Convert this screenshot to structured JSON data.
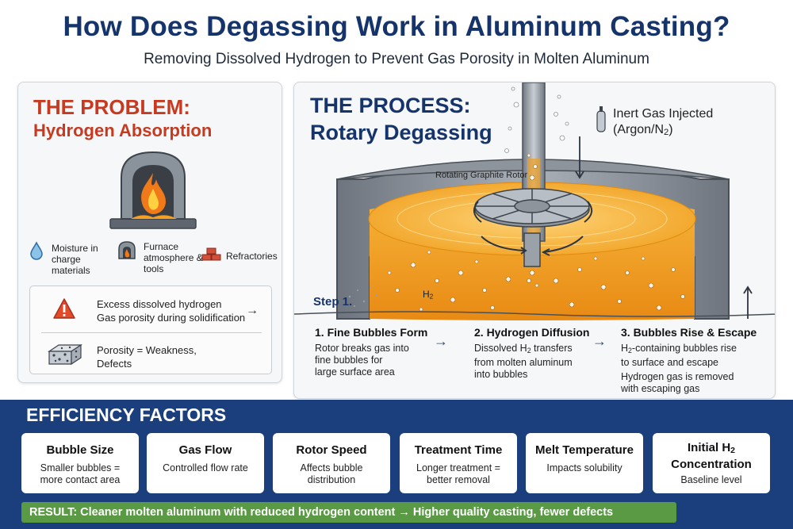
{
  "header": {
    "title": "How Does Degassing Work in Aluminum Casting?",
    "subtitle": "Removing Dissolved Hydrogen to Prevent Gas Porosity in Molten Aluminum"
  },
  "problem": {
    "title_line1": "THE PROBLEM:",
    "title_line2": "Hydrogen Absorption",
    "sources": [
      {
        "label": "Moisture in charge materials",
        "icon": "water-drop-icon"
      },
      {
        "label": "Furnace atmosphere & tools",
        "icon": "furnace-icon"
      },
      {
        "label": "Refractories",
        "icon": "bricks-icon"
      }
    ],
    "warning_line1": "Excess dissolved hydrogen",
    "warning_line2": "Gas porosity during solidification",
    "arrow": "→",
    "porosity_line1": "Porosity = Weakness,",
    "porosity_line2": "Defects"
  },
  "process": {
    "title_line1": "THE PROCESS:",
    "title_line2": "Rotary Degassing",
    "inert_line1": "Inert Gas Injected",
    "inert_line2_prefix": "(Argon/N",
    "inert_line2_sub": "2",
    "inert_line2_suffix": ")",
    "rotor_label": "Rotating Graphite Rotor",
    "step_marker": "Step 1.",
    "h2_prefix": "H",
    "h2_sub": "2",
    "steps": [
      {
        "title": "1. Fine Bubbles Form",
        "desc_line1": "Rotor breaks gas into",
        "desc_line2": "fine bubbles for",
        "desc_line3": "large surface area"
      },
      {
        "title": "2. Hydrogen Diffusion",
        "desc_line1_prefix": "Dissolved H",
        "desc_line1_sub": "2",
        "desc_line1_suffix": " transfers",
        "desc_line2": "from molten aluminum",
        "desc_line3": "into bubbles"
      },
      {
        "title": "3. Bubbles Rise & Escape",
        "desc_line1_prefix": "H",
        "desc_line1_sub": "2",
        "desc_line1_suffix": "-containing bubbles rise",
        "desc_line2": "to surface and escape",
        "desc_line3": "Hydrogen gas is removed",
        "desc_line4": "with escaping gas"
      }
    ],
    "step_arrow": "→"
  },
  "efficiency": {
    "title": "EFFICIENCY FACTORS",
    "factors": [
      {
        "title": "Bubble Size",
        "desc_line1": "Smaller bubbles =",
        "desc_line2": "more contact area"
      },
      {
        "title": "Gas Flow",
        "desc_line1": "Controlled flow rate",
        "desc_line2": ""
      },
      {
        "title": "Rotor Speed",
        "desc_line1": "Affects bubble",
        "desc_line2": "distribution"
      },
      {
        "title": "Treatment Time",
        "desc_line1": "Longer treatment =",
        "desc_line2": "better removal"
      },
      {
        "title": "Melt Temperature",
        "desc_line1": "Impacts solubility",
        "desc_line2": ""
      }
    ],
    "last_factor": {
      "title_prefix": "Initial H",
      "title_sub": "2",
      "title_line2": "Concentration",
      "desc": "Baseline level"
    },
    "result": "RESULT: Cleaner molten aluminum with reduced hydrogen content → Higher quality casting, fewer defects"
  },
  "colors": {
    "navy": "#15346b",
    "problem_red": "#c83a20",
    "band_blue": "#1a3f7c",
    "result_green": "#5a9a45",
    "molten_orange": "#f0a020"
  }
}
